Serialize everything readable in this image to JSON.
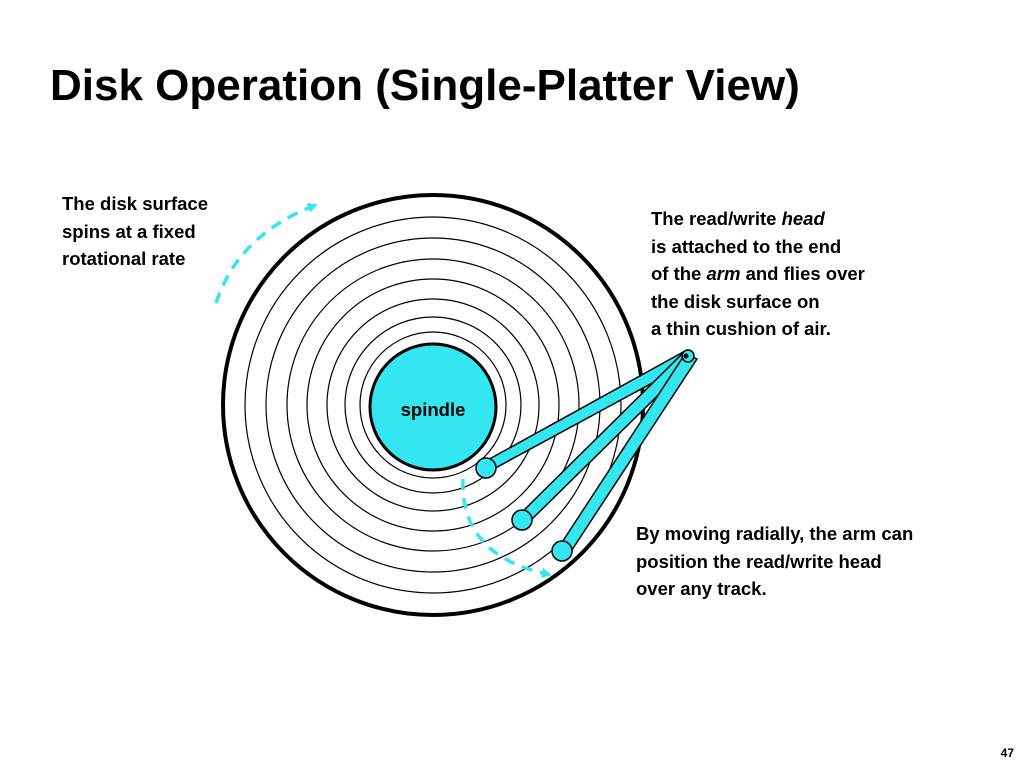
{
  "slide": {
    "title": "Disk Operation (Single-Platter View)",
    "page_number": "47"
  },
  "labels": {
    "spindle": "spindle",
    "spin_note": [
      "The disk surface",
      "spins at a fixed",
      "rotational rate"
    ],
    "head_note": {
      "line1_prefix": "The read/write ",
      "line1_emphasis": "head",
      "line2": "is attached to the end",
      "line3_prefix": "of the ",
      "line3_emphasis": "arm",
      "line3_suffix": " and flies over",
      "line4": "the disk surface on",
      "line5": "a thin cushion of air."
    },
    "arm_note": [
      "By moving radially, the arm can",
      "position the read/write head",
      "over any track."
    ]
  },
  "colors": {
    "accent": "#33E6F0",
    "stroke": "#000000",
    "background": "#FFFFFF"
  },
  "icons": {
    "spin_arrow": "dashed-curved-arrow-icon",
    "radial_arrow": "dashed-curved-arrow-icon"
  }
}
